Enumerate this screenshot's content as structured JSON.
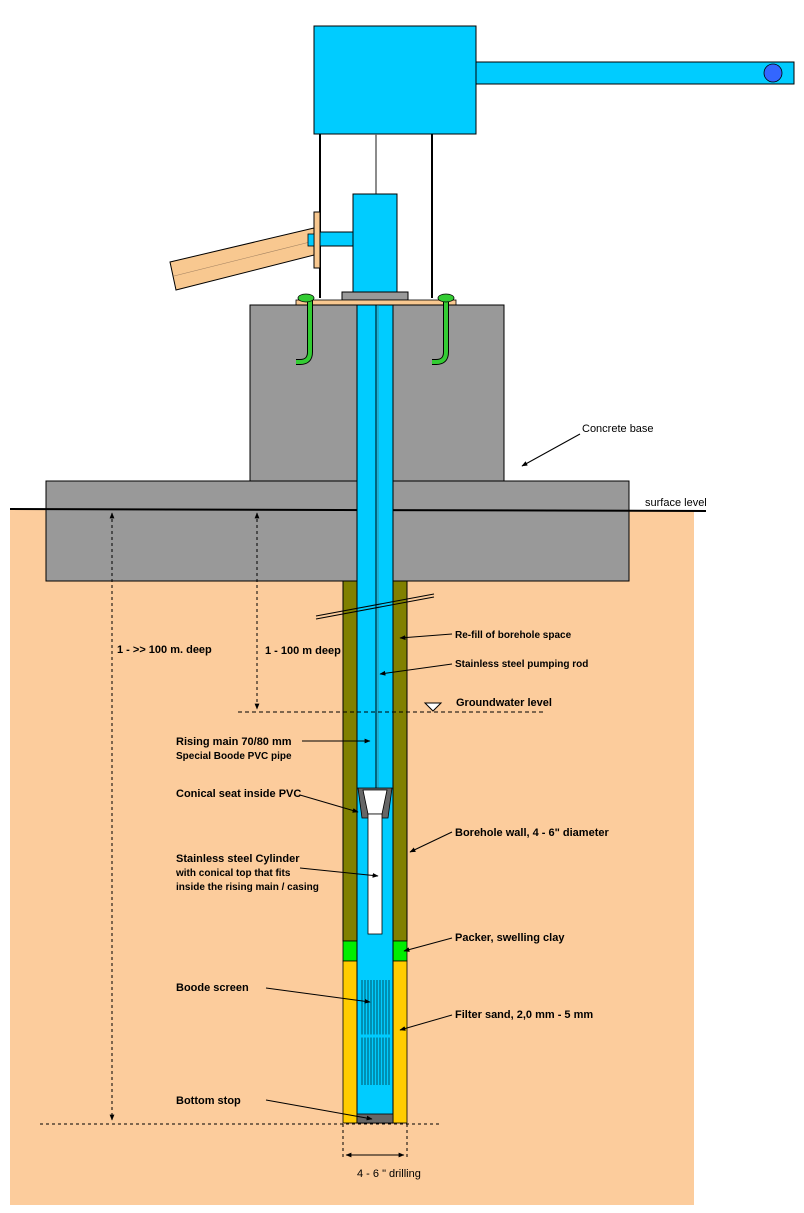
{
  "labels": {
    "concrete_base": "Concrete base",
    "surface_level": "surface level",
    "depth_total": "1 - >> 100 m. deep",
    "depth_water": "1 - 100 m deep",
    "refill": "Re-fill of borehole space",
    "pumping_rod": "Stainless steel pumping rod",
    "groundwater": "Groundwater level",
    "rising_main_1": "Rising main 70/80 mm",
    "rising_main_2": "Special Boode PVC pipe",
    "conical_seat": "Conical seat inside PVC",
    "borehole_wall": "Borehole wall, 4 - 6\" diameter",
    "cylinder_1": "Stainless steel Cylinder",
    "cylinder_2": "with conical top that fits",
    "cylinder_3": "inside the rising main / casing",
    "packer": "Packer, swelling clay",
    "boode_screen": "Boode screen",
    "filter_sand": "Filter sand, 2,0 mm - 5 mm",
    "bottom_stop": "Bottom stop",
    "drilling": "4 - 6 \" drilling"
  },
  "colors": {
    "soil": "#fccc9c",
    "concrete": "#999999",
    "pump_blue": "#00ccff",
    "refill": "#808000",
    "filter_sand": "#ffcc00",
    "packer": "#00ee00",
    "bolt_green": "#33cc33",
    "handle": "#f8c890",
    "knob": "#3366ff"
  }
}
